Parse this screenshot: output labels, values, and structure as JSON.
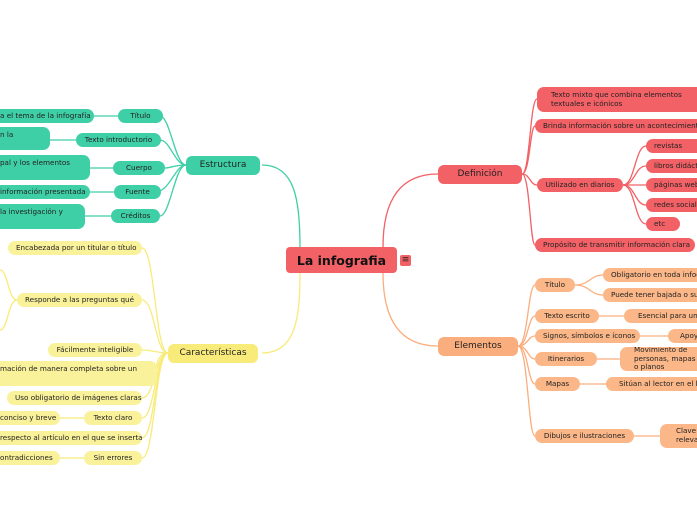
{
  "center": {
    "title": "La infografia"
  },
  "structure": {
    "title": "Estructura",
    "items": [
      {
        "label": "Título",
        "detail": "a el tema de la infografía"
      },
      {
        "label": "Texto introductorio",
        "detail": "n la"
      },
      {
        "label": "Cuerpo",
        "detail": "pal y los elementos"
      },
      {
        "label": "Fuente",
        "detail": "información presentada"
      },
      {
        "label": "Créditos",
        "detail": "la investigación y"
      }
    ]
  },
  "characteristics": {
    "title": "Características",
    "items": {
      "headline": "Encabezada por un titular o título",
      "questions": "Responde a las preguntas qué",
      "readable": "Fácilmente inteligible",
      "complete": "mación de manera completa sobre un",
      "images": "Uso obligatorio de imágenes claras",
      "clear_text": "Texto claro",
      "concise": "conciso y breve",
      "article": "respecto al artículo en el que se inserta",
      "no_errors": "Sin errores",
      "contradictions": "ontradicciones"
    }
  },
  "definition": {
    "title": "Definición",
    "mixed": "Texto mixto que combina elementos textuales e icónicos",
    "event": "Brinda información sobre un acontecimiento",
    "newspapers": "Utilizado en diarios",
    "media": [
      "revistas",
      "libros didácticos",
      "páginas web",
      "redes sociales",
      "etc"
    ],
    "purpose": "Propósito de transmitir información clara"
  },
  "elements": {
    "title": "Elementos",
    "titulo": "Título",
    "titulo_sub": [
      "Obligatorio en toda infografía",
      "Puede tener bajada o subtítulo"
    ],
    "texto": "Texto escrito",
    "texto_sub": "Esencial para una",
    "signos": "Signos, símbolos e íconos",
    "signos_sub": "Apoyo",
    "itinerarios": "Itinerarios",
    "itinerarios_sub": "Movimiento de personas, mapas o planos",
    "mapas": "Mapas",
    "mapas_sub": "Sitúan al lector en el lugar",
    "dibujos": "Dibujos e ilustraciones",
    "dibujos_sub": "Clave relevante"
  },
  "colors": {
    "center": "#f26166",
    "structure": "#3fcfa6",
    "characteristics": "#f8eb7a",
    "definition": "#f26166",
    "elements": "#fbae7d"
  },
  "icons": {
    "menu": "menu-icon"
  }
}
